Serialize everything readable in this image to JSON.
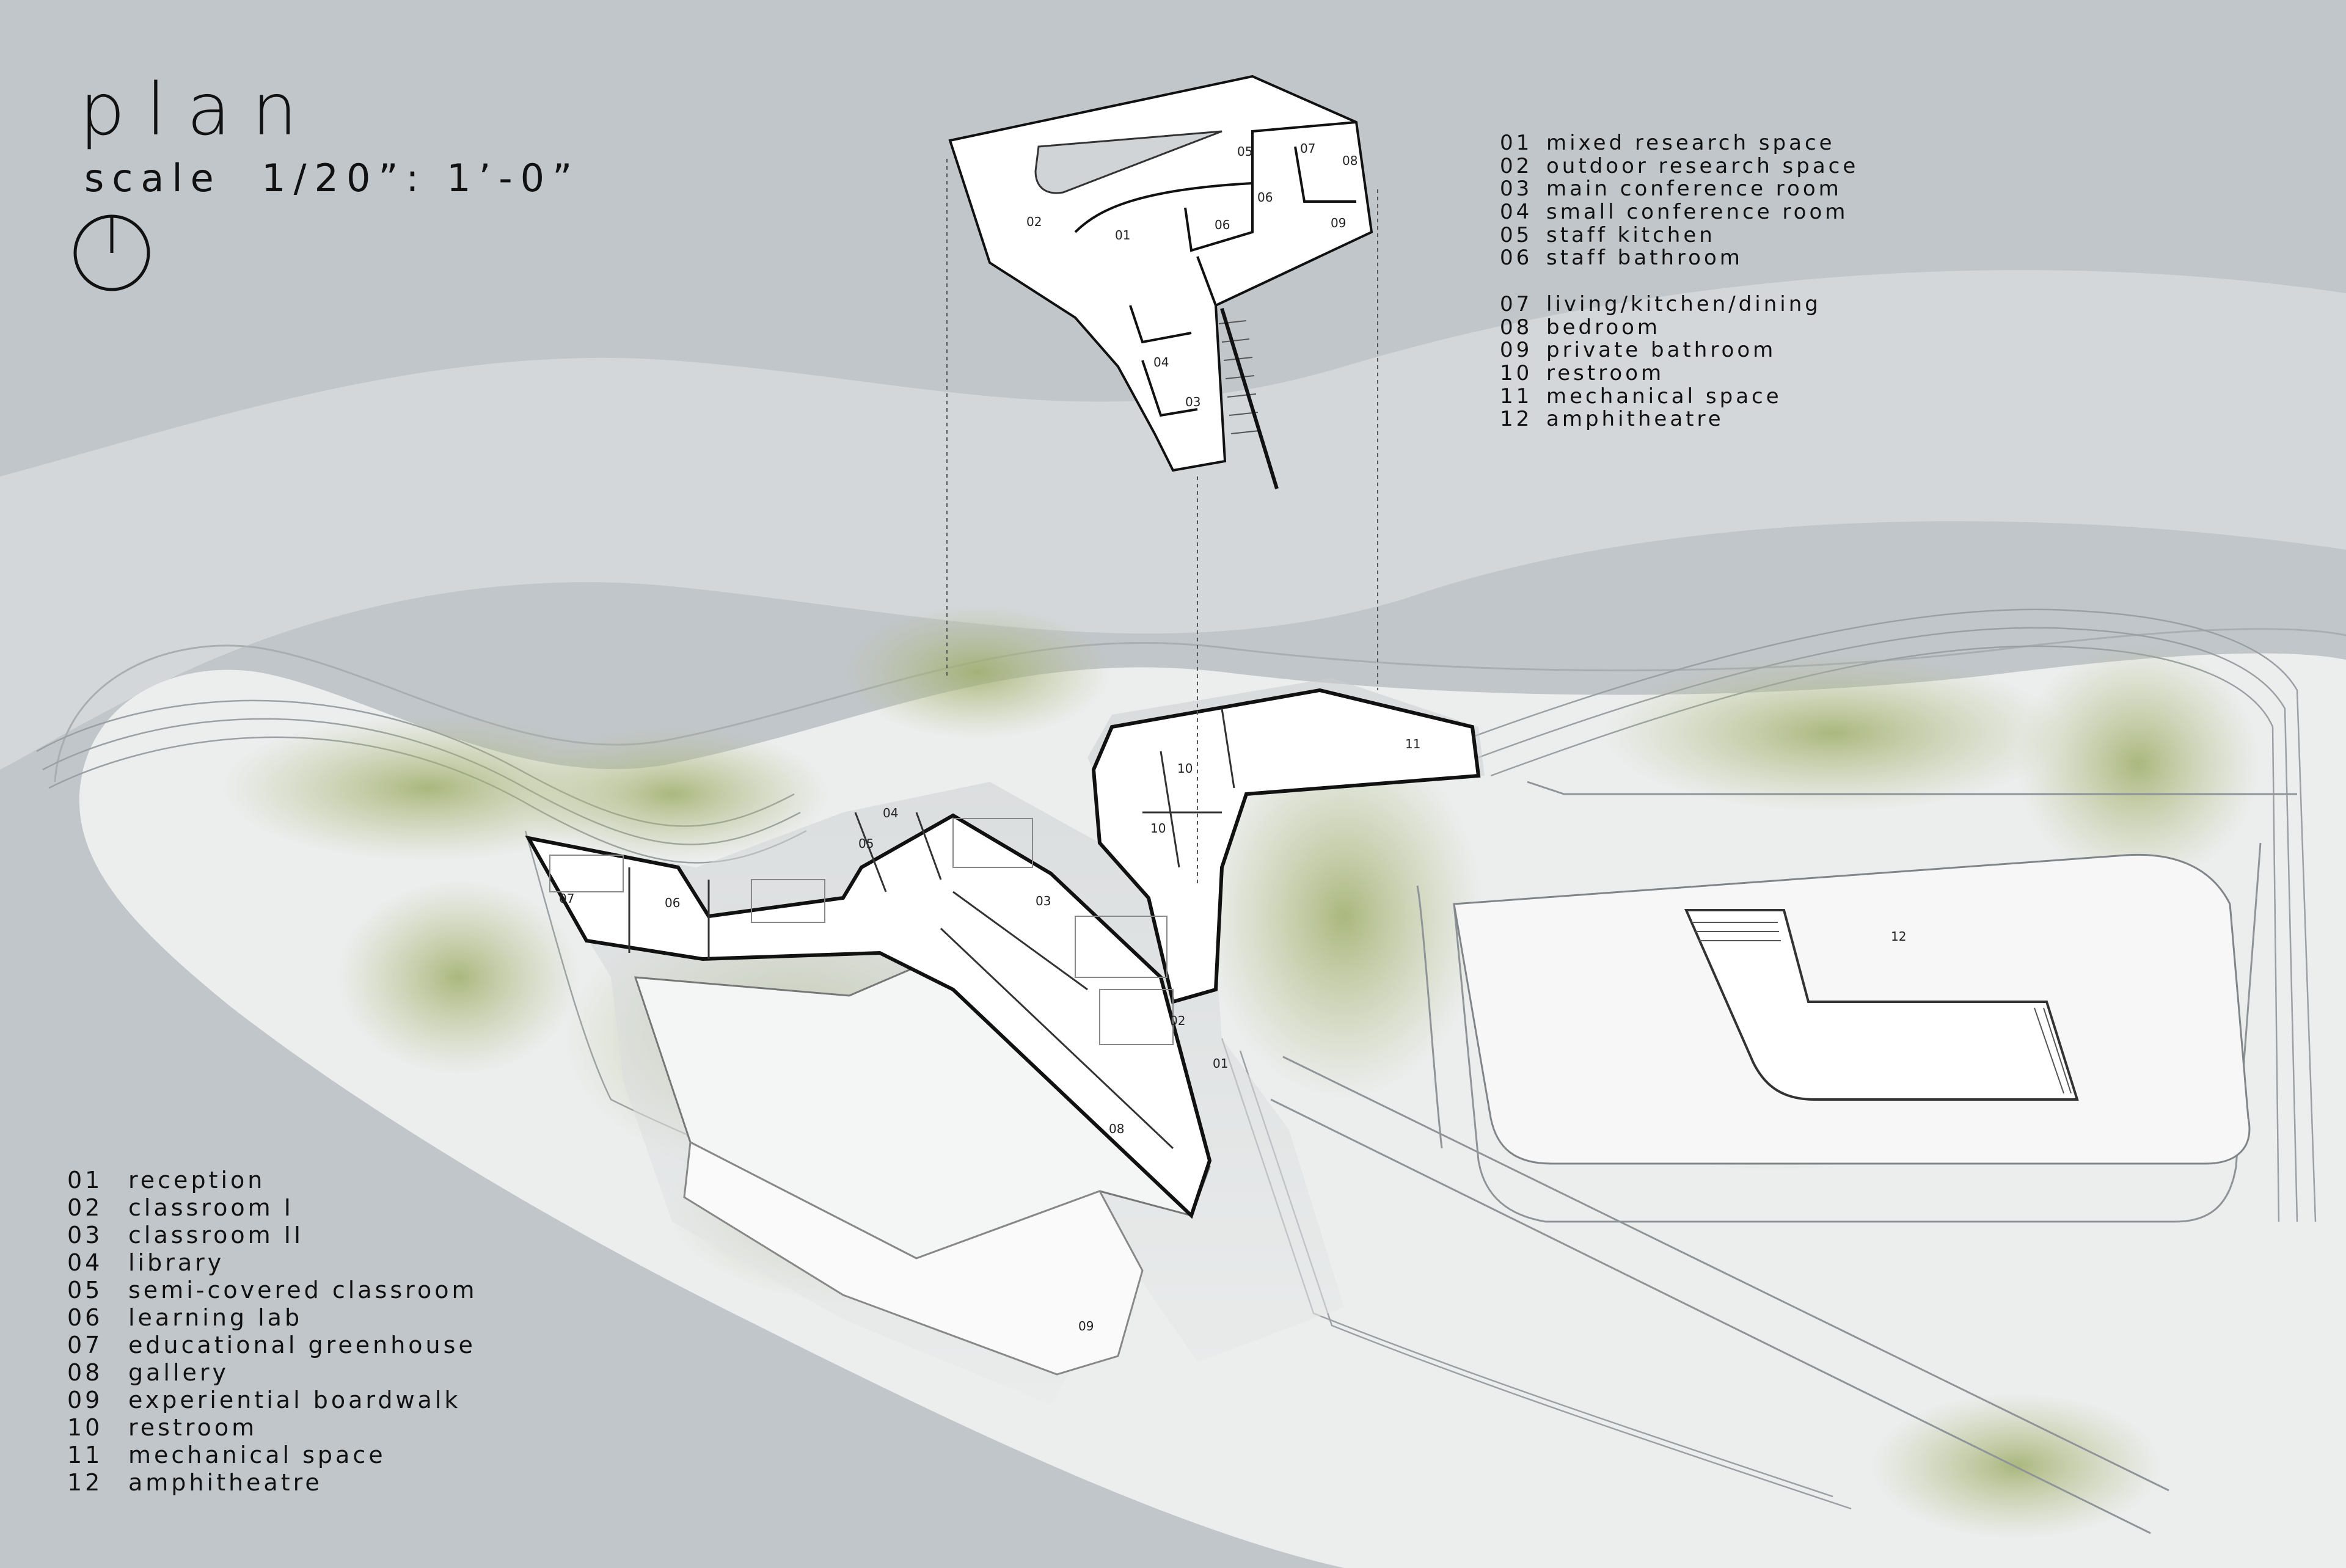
{
  "header": {
    "title": "plan",
    "scale": "scale  1/20”: 1’-0”"
  },
  "colors": {
    "background": "#bfc4c8",
    "river": "#d5d9dc",
    "site": "#f2f3f3",
    "vegetation": "#b7c08a",
    "plan_fill": "#ffffff",
    "wall": "#111111"
  },
  "legend_upper": [
    {
      "num": "01",
      "label": "mixed research space"
    },
    {
      "num": "02",
      "label": "outdoor research space"
    },
    {
      "num": "03",
      "label": "main conference room"
    },
    {
      "num": "04",
      "label": "small conference room"
    },
    {
      "num": "05",
      "label": "staff kitchen"
    },
    {
      "num": "06",
      "label": "staff bathroom"
    },
    {
      "num": "07",
      "label": "living/kitchen/dining"
    },
    {
      "num": "08",
      "label": "bedroom"
    },
    {
      "num": "09",
      "label": "private bathroom"
    },
    {
      "num": "10",
      "label": "restroom"
    },
    {
      "num": "11",
      "label": "mechanical space"
    },
    {
      "num": "12",
      "label": "amphitheatre"
    }
  ],
  "legend_lower": [
    {
      "num": "01",
      "label": "reception"
    },
    {
      "num": "02",
      "label": "classroom I"
    },
    {
      "num": "03",
      "label": "classroom II"
    },
    {
      "num": "04",
      "label": "library"
    },
    {
      "num": "05",
      "label": "semi-covered classroom"
    },
    {
      "num": "06",
      "label": "learning lab"
    },
    {
      "num": "07",
      "label": "educational greenhouse"
    },
    {
      "num": "08",
      "label": "gallery"
    },
    {
      "num": "09",
      "label": "experiential boardwalk"
    },
    {
      "num": "10",
      "label": "restroom"
    },
    {
      "num": "11",
      "label": "mechanical space"
    },
    {
      "num": "12",
      "label": "amphitheatre"
    }
  ],
  "upper_plan_labels": [
    "01",
    "02",
    "03",
    "04",
    "05",
    "06",
    "06",
    "07",
    "08",
    "09"
  ],
  "lower_plan_labels": [
    "01",
    "02",
    "03",
    "04",
    "05",
    "06",
    "07",
    "08",
    "09",
    "10",
    "10",
    "11",
    "12"
  ]
}
